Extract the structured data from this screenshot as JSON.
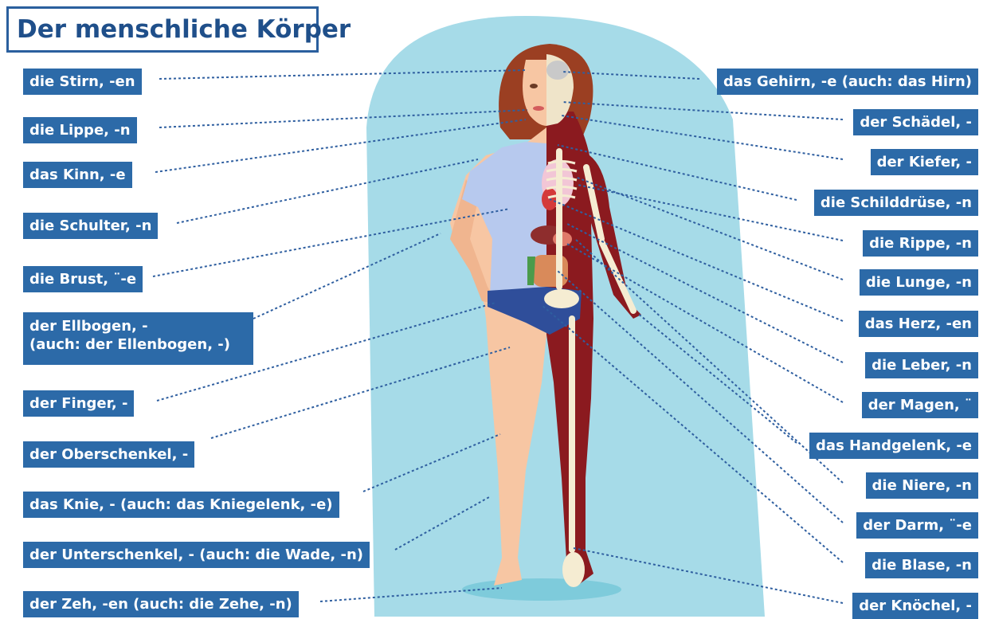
{
  "title": "Der menschliche Körper",
  "labels_left": [
    "die Stirn, -en",
    "die Lippe, -n",
    "das Kinn, -e",
    "die Schulter, -n",
    "die Brust, ¨-e",
    "der Ellbogen, -",
    "(auch: der Ellenbogen, -)",
    "der Finger, -",
    "der Oberschenkel, -",
    "das Knie, - (auch: das Kniegelenk, -e)",
    "der Unterschenkel, - (auch: die Wade, -n)",
    "der Zeh, -en (auch: die Zehe, -n)"
  ],
  "labels_right": [
    "das Gehirn, -e (auch: das Hirn)",
    "der Schädel, -",
    "der Kiefer, -",
    "die Schilddrüse, -n",
    "die Rippe, -n",
    "die Lunge, -n",
    "das Herz, -en",
    "die Leber, -n",
    "der Magen, ¨",
    "das Handgelenk, -e",
    "die Niere, -n",
    "der Darm, ¨-e",
    "die Blase, -n",
    "der Knöchel, -"
  ],
  "colors": {
    "label_bg": "#2c6aa8",
    "title_border": "#2a5f9e",
    "background_shape": "#a6dbe8",
    "skin": "#f7c6a3",
    "muscle": "#8b1a1f",
    "shirt": "#b7c9ee",
    "hair": "#9b3f22"
  }
}
